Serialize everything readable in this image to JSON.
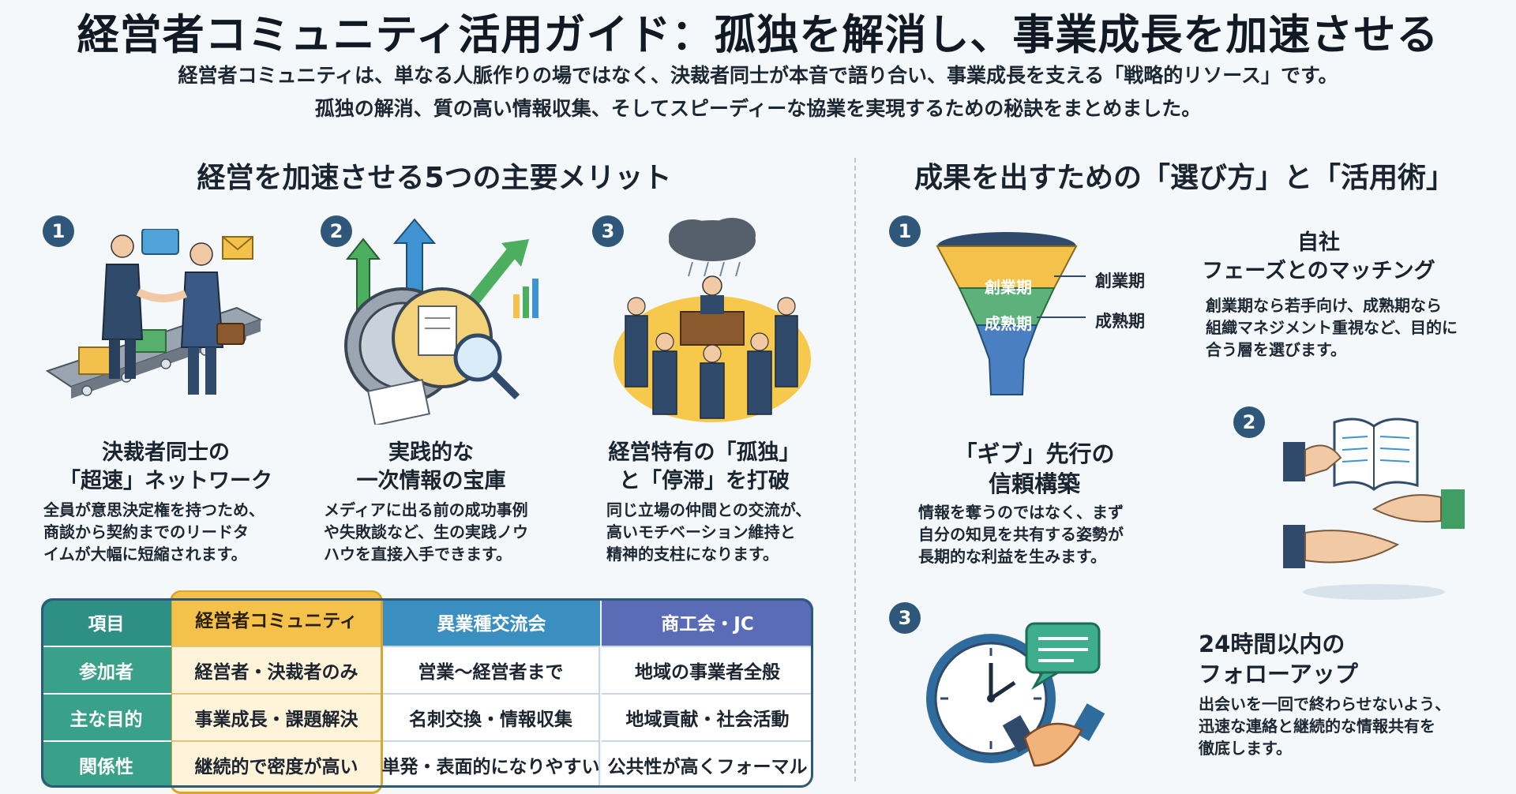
{
  "header": {
    "title": "経営者コミュニティ活用ガイド：孤独を解消し、事業成長を加速させる",
    "intro_lines": [
      "経営者コミュニティは、単なる人脈作りの場ではなく、決裁者同士が本音で語り合い、事業成長を支える「戦略的リソース」です。",
      "孤独の解消、質の高い情報収集、そしてスピーディーな協業を実現するための秘訣をまとめました。"
    ]
  },
  "merits": {
    "section_title": "経営を加速させる5つの主要メリット",
    "items": [
      {
        "number": "1",
        "title_lines": [
          "決裁者同士の",
          "「超速」ネットワーク"
        ],
        "desc_lines": [
          "全員が意思決定権を持つため、",
          "商談から契約までのリードタ",
          "イムが大幅に短縮されます。"
        ],
        "icon": "handshake-conveyor-icon"
      },
      {
        "number": "2",
        "title_lines": [
          "実践的な",
          "一次情報の宝庫"
        ],
        "desc_lines": [
          "メディアに出る前の成功事例",
          "や失敗談など、生の実践ノウ",
          "ハウを直接入手できます。"
        ],
        "icon": "vault-growth-icon"
      },
      {
        "number": "3",
        "title_lines": [
          "経営特有の「孤独」",
          "と「停滞」を打破"
        ],
        "desc_lines": [
          "同じ立場の仲間との交流が、",
          "高いモチベーション維持と",
          "精神的支柱になります。"
        ],
        "icon": "leader-circle-icon"
      }
    ]
  },
  "comparison": {
    "headers": [
      "項目",
      "経営者コミュニティ",
      "異業種交流会",
      "商工会・JC"
    ],
    "rows": [
      [
        "参加者",
        "経営者・決裁者のみ",
        "営業〜経営者まで",
        "地域の事業者全般"
      ],
      [
        "主な目的",
        "事業成長・課題解決",
        "名刺交換・情報収集",
        "地域貢献・社会活動"
      ],
      [
        "関係性",
        "継続的で密度が高い",
        "単発・表面的になりやすい",
        "公共性が高くフォーマル"
      ]
    ],
    "colors": {
      "label_column": "#2e8f86",
      "community": "#f4c24a",
      "exchange": "#3a8fc0",
      "chamber": "#5a6cb5"
    }
  },
  "strategy": {
    "section_title": "成果を出すための「選び方」と「活用術」",
    "funnel_labels": [
      "創業期",
      "成熟期"
    ],
    "items": [
      {
        "number": "1",
        "title_lines": [
          "自社",
          "フェーズとのマッチング"
        ],
        "desc_lines": [
          "創業期なら若手向け、成熟期なら",
          "組織マネジメント重視など、目的に",
          "合う層を選びます。"
        ],
        "icon": "funnel-icon"
      },
      {
        "number": "2",
        "title_lines": [
          "「ギブ」先行の",
          "信頼構築"
        ],
        "desc_lines": [
          "情報を奪うのではなく、まず",
          "自分の知見を共有する姿勢が",
          "長期的な利益を生みます。"
        ],
        "icon": "giving-book-icon"
      },
      {
        "number": "3",
        "title_lines": [
          "24時間以内の",
          "フォローアップ"
        ],
        "desc_lines": [
          "出会いを一回で終わらせないよう、",
          "迅速な連絡と継続的な情報共有を",
          "徹底します。"
        ],
        "icon": "clock-handshake-icon"
      }
    ]
  }
}
